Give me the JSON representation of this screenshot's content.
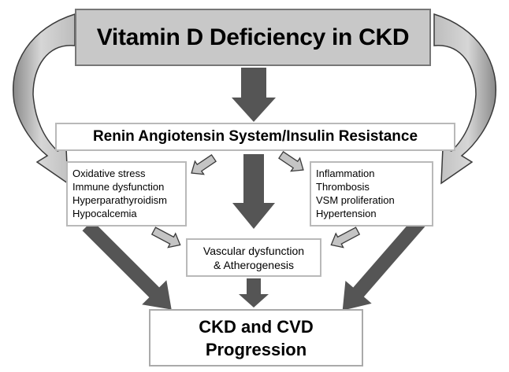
{
  "diagram": {
    "top": {
      "text": "Vitamin D Deficiency in CKD"
    },
    "ras": {
      "text": "Renin Angiotensin System/Insulin Resistance"
    },
    "left_box": {
      "items": [
        "Oxidative stress",
        "Immune dysfunction",
        "Hyperparathyroidism",
        "Hypocalcemia"
      ]
    },
    "right_box": {
      "items": [
        "Inflammation",
        "Thrombosis",
        "VSM proliferation",
        "Hypertension"
      ]
    },
    "vascular": {
      "lines": [
        "Vascular dysfunction",
        "& Atherogenesis"
      ]
    },
    "bottom": {
      "lines": [
        "CKD and CVD",
        "Progression"
      ]
    }
  },
  "colors": {
    "arrow_dark": "#555555",
    "arrow_light": "#c4c4c4",
    "arrow_outline": "#3a3a3a",
    "top_box_fill": "#c8c8c8",
    "box_border": "#b9b9b9"
  }
}
